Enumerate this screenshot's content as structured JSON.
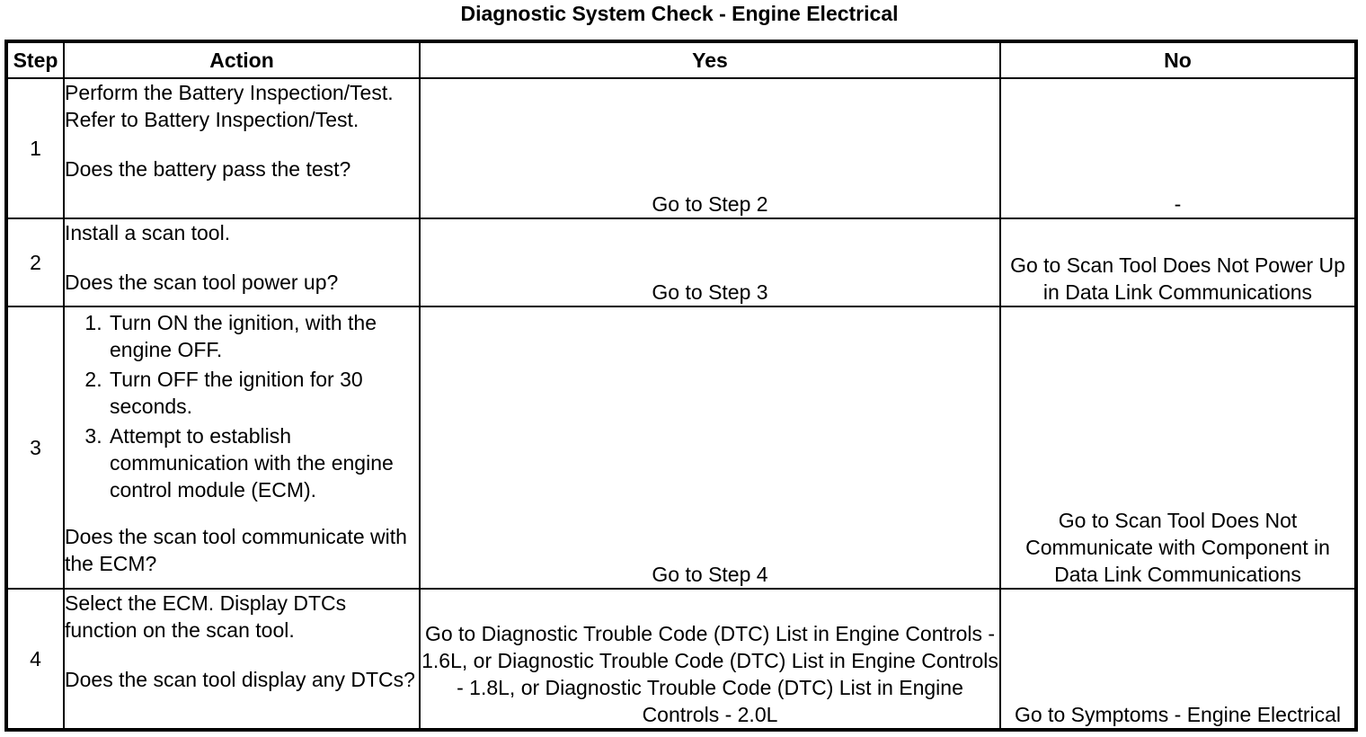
{
  "title": "Diagnostic System Check - Engine Electrical",
  "headers": {
    "step": "Step",
    "action": "Action",
    "yes": "Yes",
    "no": "No"
  },
  "rows": [
    {
      "step": "1",
      "action_text": "Perform the Battery Inspection/Test. Refer to Battery Inspection/Test.",
      "question": "Does the battery pass the test?",
      "yes": "Go to Step 2",
      "no": "-"
    },
    {
      "step": "2",
      "action_text": "Install a scan tool.",
      "question": "Does the scan tool power up?",
      "yes": "Go to Step 3",
      "no": "Go to Scan Tool Does Not Power Up in Data Link Communications"
    },
    {
      "step": "3",
      "action_items": [
        "Turn ON the ignition, with the engine OFF.",
        "Turn OFF the ignition for 30 seconds.",
        "Attempt to establish communication with the engine control module (ECM)."
      ],
      "question": "Does the scan tool communicate with the ECM?",
      "yes": "Go to Step 4",
      "no": "Go to Scan Tool Does Not Communicate with Component in Data Link Communications"
    },
    {
      "step": "4",
      "action_text": "Select the ECM. Display DTCs function on the scan tool.",
      "question": "Does the scan tool display any DTCs?",
      "yes": "Go to Diagnostic Trouble Code (DTC) List in Engine Controls - 1.6L, or Diagnostic Trouble Code (DTC) List in Engine Controls - 1.8L, or Diagnostic Trouble Code (DTC) List in Engine Controls - 2.0L",
      "no": "Go to Symptoms - Engine Electrical"
    }
  ]
}
